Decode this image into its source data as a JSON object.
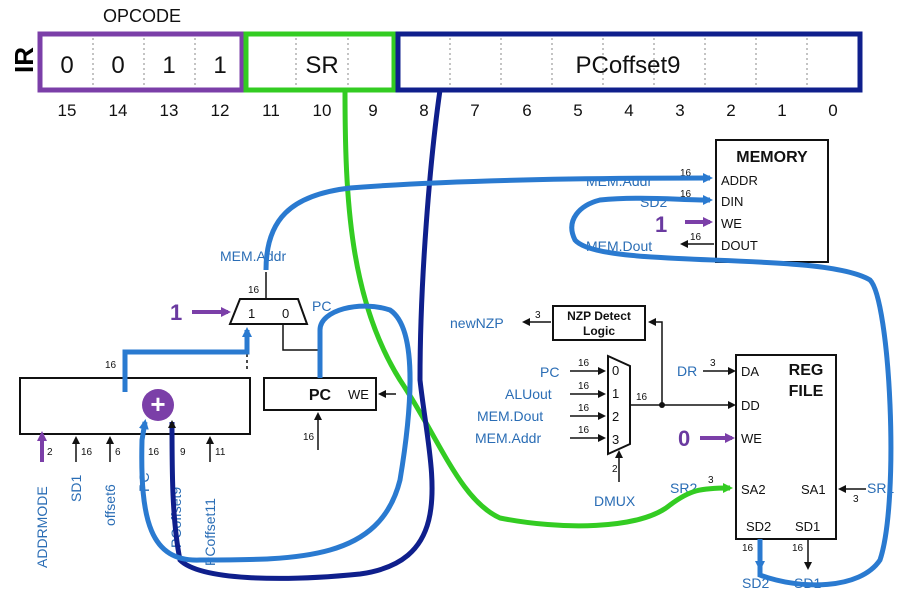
{
  "ir": {
    "name": "IR",
    "opcode_label": "OPCODE",
    "opcode_bits": [
      "0",
      "0",
      "1",
      "1"
    ],
    "sr_label": "SR",
    "pcoffset_label": "PCoffset9",
    "bit_numbers": [
      "15",
      "14",
      "13",
      "12",
      "11",
      "10",
      "9",
      "8",
      "7",
      "6",
      "5",
      "4",
      "3",
      "2",
      "1",
      "0"
    ]
  },
  "memory": {
    "title": "MEMORY",
    "ports": [
      "ADDR",
      "DIN",
      "WE",
      "DOUT"
    ],
    "addr_in": "MEM.Addr",
    "din_in": "SD2",
    "we_value": "1",
    "dout_out": "MEM.Dout",
    "width_addr": "16",
    "width_din": "16",
    "width_dout": "16"
  },
  "addr_mux": {
    "out_label": "MEM.Addr",
    "out_width": "16",
    "in1": "1",
    "in0": "0",
    "select_value": "1",
    "pc_label": "PC"
  },
  "pc": {
    "label": "PC",
    "we": "WE",
    "in_width": "16"
  },
  "addr_unit": {
    "plus": "+",
    "out_width": "16",
    "inputs": [
      {
        "name": "ADDRMODE",
        "width": "2"
      },
      {
        "name": "SD1",
        "width": "16"
      },
      {
        "name": "offset6",
        "width": "6"
      },
      {
        "name": "PC",
        "width": "16"
      },
      {
        "name": "PCoffset9",
        "width": "9"
      },
      {
        "name": "PCoffset11",
        "width": "11"
      }
    ]
  },
  "nzp": {
    "title": "NZP Detect",
    "subtitle": "Logic",
    "out": "newNZP",
    "out_width": "3"
  },
  "dmux": {
    "inputs": [
      "PC",
      "ALUout",
      "MEM.Dout",
      "MEM.Addr"
    ],
    "indexes": [
      "0",
      "1",
      "2",
      "3"
    ],
    "in_width": "16",
    "out_width": "16",
    "select_label": "DMUX",
    "select_width": "2"
  },
  "regfile": {
    "title_line1": "REG",
    "title_line2": "FILE",
    "ports": {
      "da": "DA",
      "dd": "DD",
      "we": "WE",
      "sa2": "SA2",
      "sa1": "SA1",
      "sd2": "SD2",
      "sd1": "SD1"
    },
    "dr_label": "DR",
    "dr_width": "3",
    "we_value": "0",
    "sr2_label": "SR2",
    "sr2_width": "3",
    "sr1_label": "SR1",
    "sr1_width": "3",
    "sd2_out": "SD2",
    "sd1_out": "SD1",
    "sd2_width": "16",
    "sd1_width": "16"
  },
  "colors": {
    "opcode": "#7b3fa8",
    "sr_field": "#33cc22",
    "pcoffset_field": "#0f1f8c",
    "active_wire": "#2a7ad0",
    "label_blue": "#2a6db5",
    "control_purple": "#6a3aa0"
  }
}
